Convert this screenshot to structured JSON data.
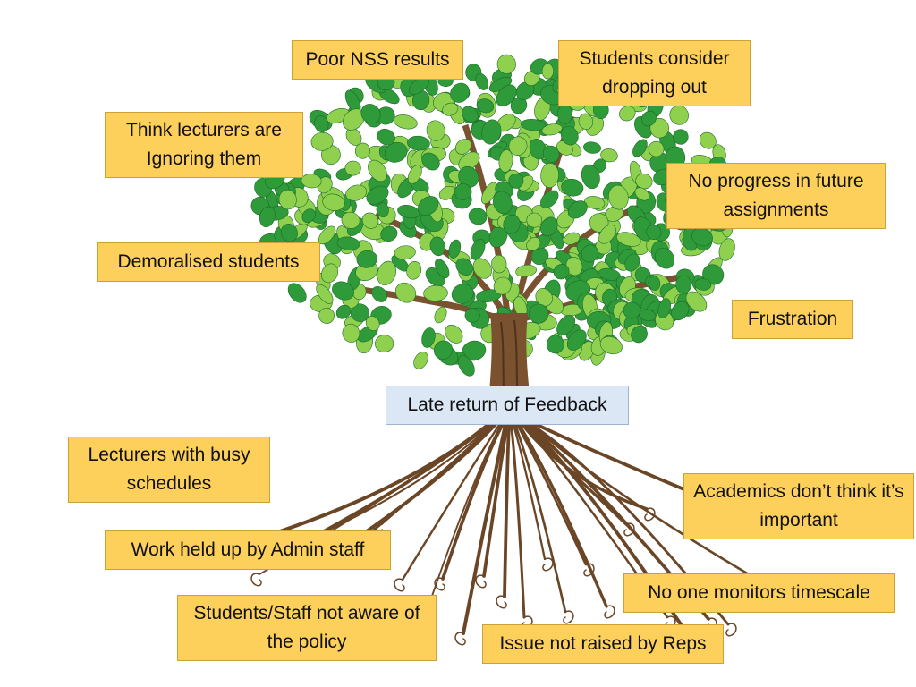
{
  "effects": {
    "poor_nss": "Poor NSS results",
    "consider_dropping": "Students consider dropping out",
    "ignoring": "Think lecturers are Ignoring them",
    "no_progress": "No progress in future assignments",
    "demoralised": "Demoralised students",
    "frustration": "Frustration"
  },
  "problem": "Late return of Feedback",
  "causes": {
    "busy": "Lecturers with busy schedules",
    "academics": "Academics don’t think it’s important",
    "admin": "Work held up by Admin staff",
    "monitor": "No one monitors timescale",
    "not_aware": "Students/Staff not aware of the policy",
    "reps": "Issue not raised by Reps"
  },
  "colors": {
    "box_fill": "#fcd05a",
    "center_fill": "#dbe7f5",
    "trunk": "#7a5230",
    "leaf_dark": "#2e9a3a",
    "leaf_light": "#8fd14f"
  }
}
